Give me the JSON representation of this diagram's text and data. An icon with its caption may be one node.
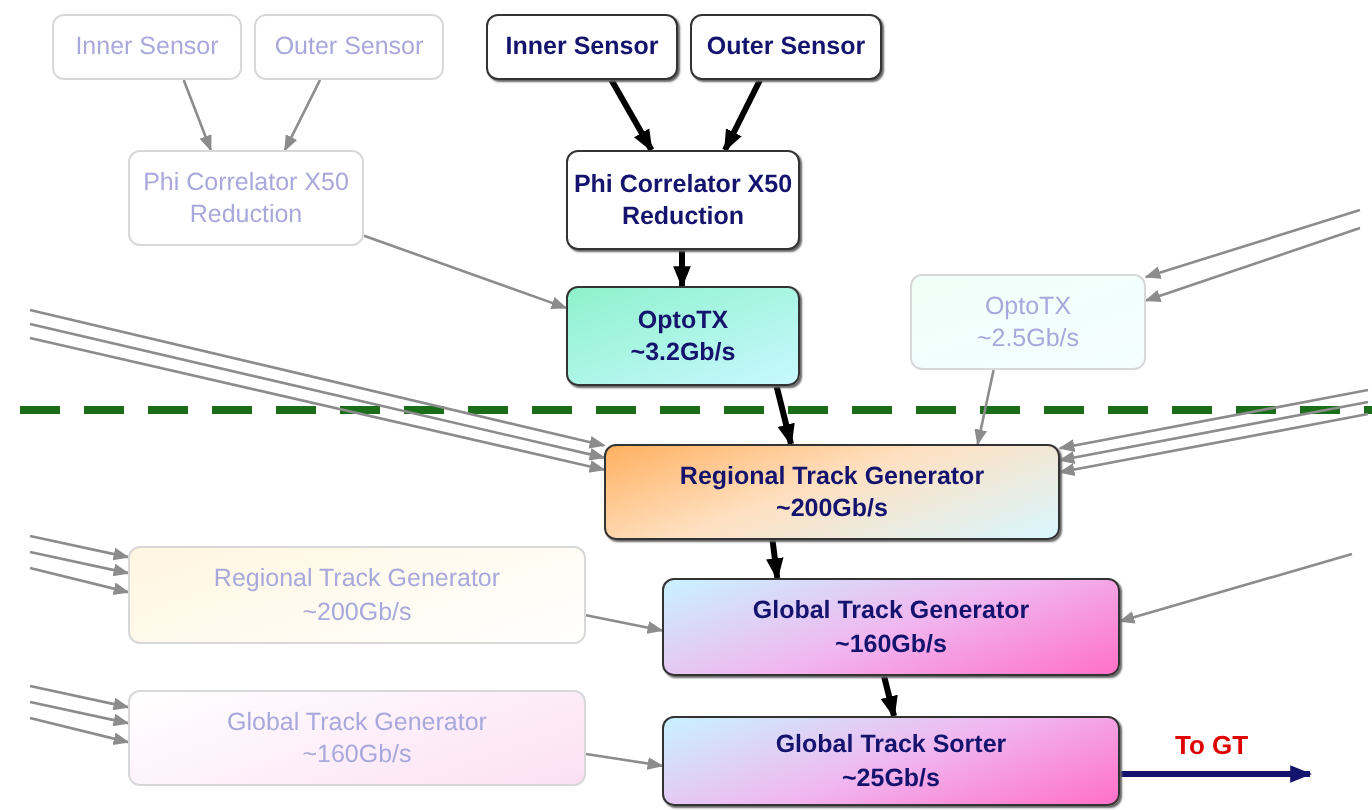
{
  "diagram": {
    "nodes": [
      {
        "text": [
          "Inner Sensor"
        ]
      },
      {
        "text": [
          "Outer Sensor"
        ]
      },
      {
        "text": [
          "Phi Correlator X50 Reduction"
        ]
      },
      {
        "text": [
          "Inner Sensor"
        ]
      },
      {
        "text": [
          "Outer Sensor"
        ]
      },
      {
        "text": [
          "Phi Correlator X50 Reduction"
        ]
      },
      {
        "text": [
          "OptoTX",
          "~3.2Gb/s"
        ]
      },
      {
        "text": [
          "OptoTX",
          "~2.5Gb/s"
        ]
      },
      {
        "text": [
          "Regional Track Generator",
          "~200Gb/s"
        ]
      },
      {
        "text": [
          "Regional Track Generator",
          "~200Gb/s"
        ]
      },
      {
        "text": [
          "Global Track Generator",
          "~160Gb/s"
        ]
      },
      {
        "text": [
          "Global Track Generator",
          "~160Gb/s"
        ]
      },
      {
        "text": [
          "Global Track Sorter",
          "~25Gb/s"
        ]
      }
    ],
    "edges": [
      {
        "from": 0,
        "to": 2,
        "arrow": "to"
      },
      {
        "from": 1,
        "to": 2,
        "arrow": "to"
      },
      {
        "from": 2,
        "to": 6,
        "arrow": "to"
      },
      {
        "from": 3,
        "to": 5,
        "arrow": "to",
        "style": "thick",
        "color": "#000000"
      },
      {
        "from": 4,
        "to": 5,
        "arrow": "to",
        "style": "thick",
        "color": "#000000"
      },
      {
        "from": 5,
        "to": 6,
        "arrow": "to",
        "style": "thick",
        "color": "#000000"
      },
      {
        "from": 6,
        "to": 8,
        "arrow": "to",
        "style": "thick",
        "color": "#000000"
      },
      {
        "from": 7,
        "to": 8,
        "arrow": "to"
      },
      {
        "from": null,
        "to": 8,
        "arrow": "to"
      },
      {
        "from": null,
        "to": 8,
        "arrow": "to"
      },
      {
        "from": null,
        "to": 8,
        "arrow": "to"
      },
      {
        "from": null,
        "to": 8,
        "arrow": "to"
      },
      {
        "from": null,
        "to": 8,
        "arrow": "to"
      },
      {
        "from": null,
        "to": 8,
        "arrow": "to"
      },
      {
        "from": null,
        "to": 7,
        "arrow": "to"
      },
      {
        "from": null,
        "to": 7,
        "arrow": "to"
      },
      {
        "from": null,
        "to": 9,
        "arrow": "to"
      },
      {
        "from": null,
        "to": 9,
        "arrow": "to"
      },
      {
        "from": null,
        "to": 9,
        "arrow": "to"
      },
      {
        "from": 9,
        "to": 10,
        "arrow": "to"
      },
      {
        "from": null,
        "to": 11,
        "arrow": "to"
      },
      {
        "from": null,
        "to": 11,
        "arrow": "to"
      },
      {
        "from": null,
        "to": 11,
        "arrow": "to"
      },
      {
        "from": 11,
        "to": 12,
        "arrow": "to"
      },
      {
        "from": 8,
        "to": 10,
        "arrow": "to",
        "style": "thick",
        "color": "#000000"
      },
      {
        "from": null,
        "to": 10,
        "arrow": "to"
      },
      {
        "from": 10,
        "to": 12,
        "arrow": "to",
        "style": "thick",
        "color": "#000000"
      },
      {
        "from": 12,
        "to": null,
        "arrow": "to",
        "label": "To GT",
        "style": "thick",
        "color": "#14146e"
      }
    ]
  }
}
